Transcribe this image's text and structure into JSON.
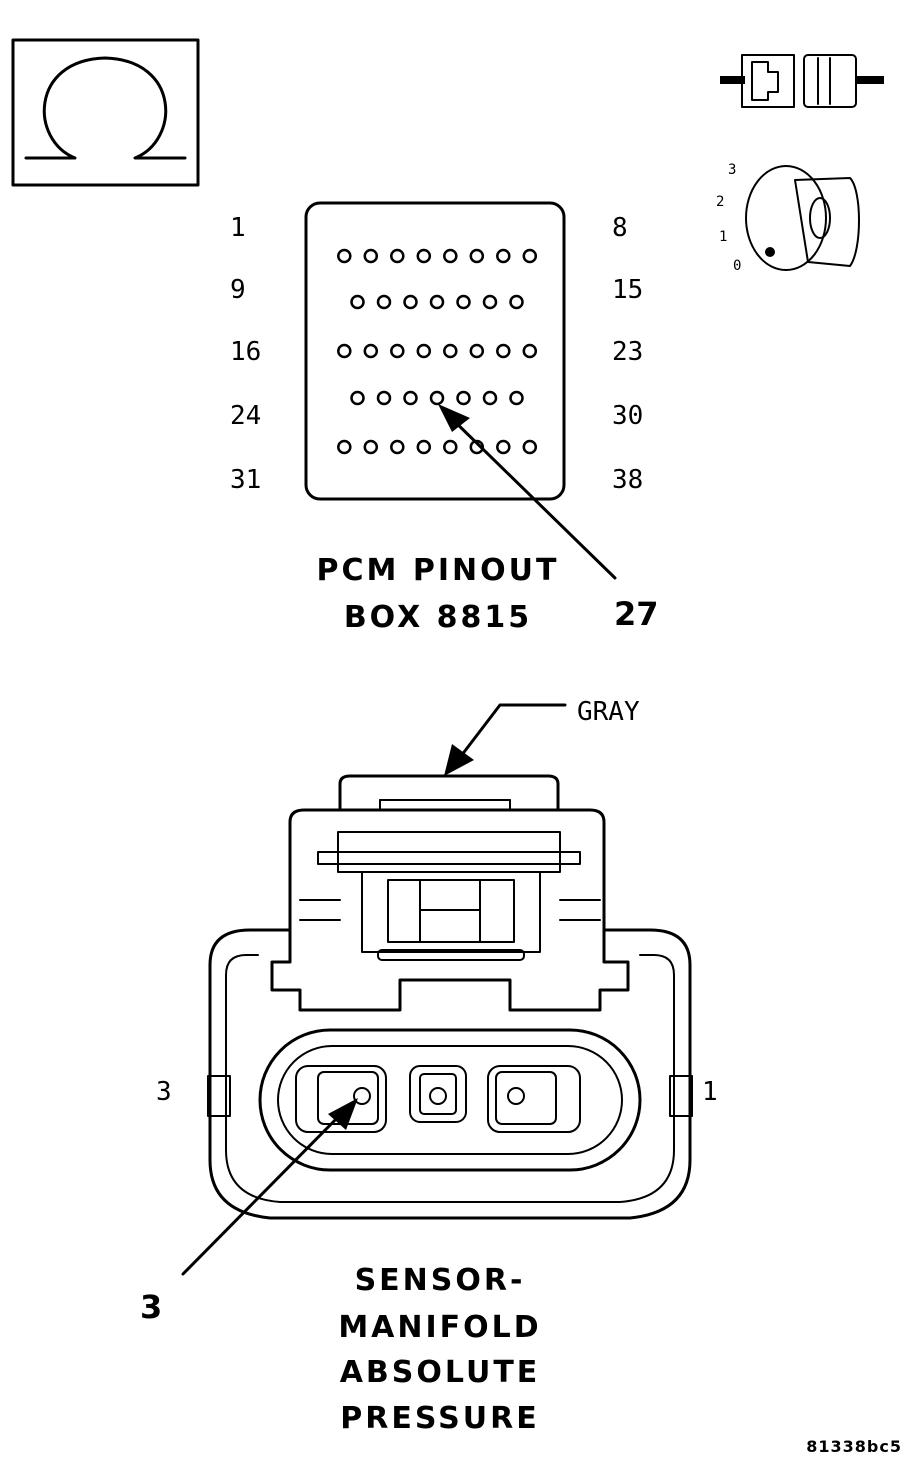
{
  "ohmmeter": {
    "symbol": "Ω"
  },
  "key_positions": [
    "3",
    "2",
    "1",
    "0"
  ],
  "pcm_connector": {
    "title_line1": "PCM PINOUT",
    "title_line2": "BOX 8815",
    "row_labels_left": [
      "1",
      "9",
      "16",
      "24",
      "31"
    ],
    "row_labels_right": [
      "8",
      "15",
      "23",
      "30",
      "38"
    ],
    "row_pin_counts": [
      8,
      7,
      8,
      7,
      8
    ],
    "callout_pin": "27"
  },
  "sensor_connector": {
    "color_label": "GRAY",
    "cavity_left": "3",
    "cavity_right": "1",
    "callout_cavity": "3",
    "title_lines": [
      "SENSOR-",
      "MANIFOLD",
      "ABSOLUTE",
      "PRESSURE"
    ]
  },
  "figure_ref": "81338bc5"
}
